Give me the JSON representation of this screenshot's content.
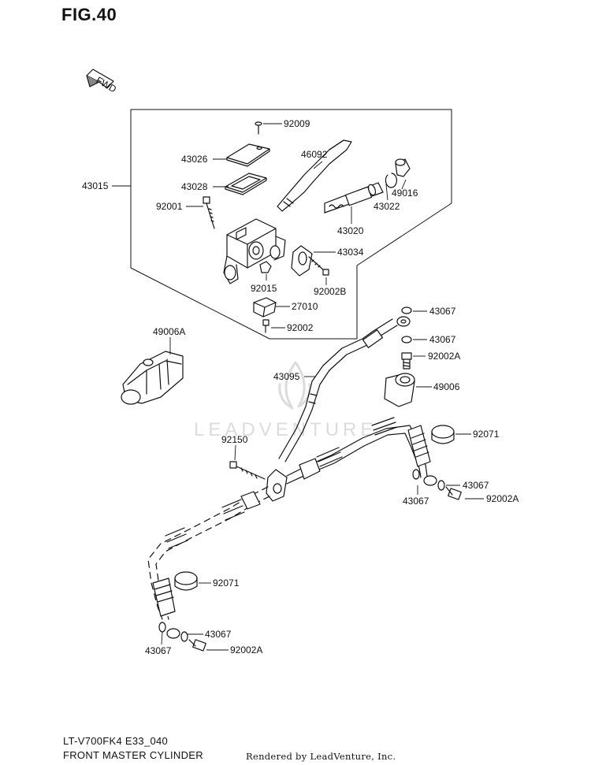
{
  "figure": {
    "title": "FIG.40",
    "model_code": "LT-V700FK4 E33_040",
    "part_name": "FRONT MASTER CYLINDER",
    "credit": "Rendered by LeadVenture, Inc.",
    "watermark": "LEADVENTURE",
    "fwd_badge": "FWD"
  },
  "callouts": {
    "p92009": "92009",
    "p43026": "43026",
    "p46092": "46092",
    "p43015": "43015",
    "p43028": "43028",
    "p49016": "49016",
    "p43022": "43022",
    "p92001": "92001",
    "p43020": "43020",
    "p43034": "43034",
    "p92015": "92015",
    "p92002B": "92002B",
    "p27010": "27010",
    "p92002": "92002",
    "p49006A": "49006A",
    "p43067_a": "43067",
    "p43067_b": "43067",
    "p92002A_a": "92002A",
    "p43095": "43095",
    "p49006": "49006",
    "p92071_a": "92071",
    "p92150": "92150",
    "p43067_c": "43067",
    "p43067_d": "43067",
    "p92002A_b": "92002A",
    "p92071_b": "92071",
    "p43067_e": "43067",
    "p43067_f": "43067",
    "p92002A_c": "92002A"
  },
  "colors": {
    "line": "#111111",
    "watermark": "#dcdcdc",
    "background": "#ffffff"
  }
}
